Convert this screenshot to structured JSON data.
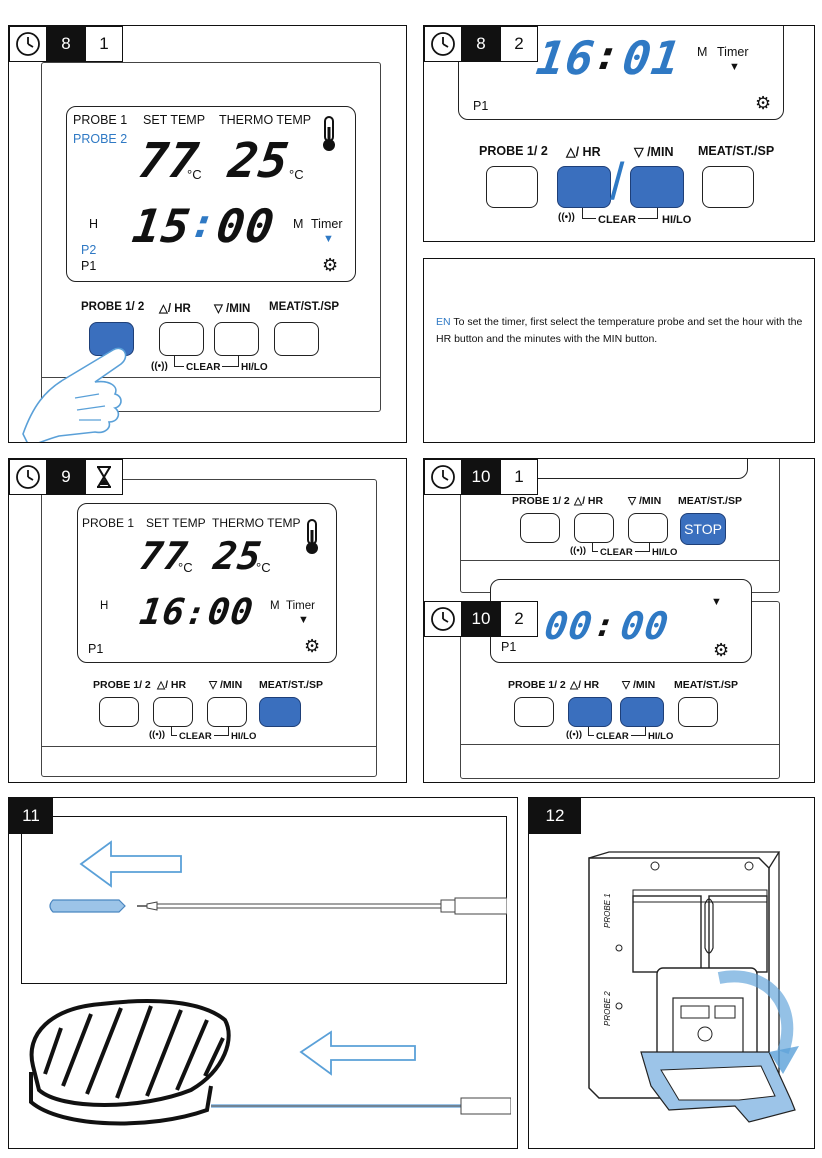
{
  "labels": {
    "probe": "PROBE 1",
    "probe2": "PROBE 2",
    "set_temp": "SET TEMP",
    "thermo_temp": "THERMO TEMP",
    "unit_c": "°C",
    "hour": "H",
    "minute": "M",
    "timer": "Timer",
    "p1": "P1",
    "p2": "P2",
    "colon": ":"
  },
  "buttons": {
    "probe": "PROBE 1/ 2",
    "hr": "△/ HR",
    "min": "▽ /MIN",
    "meat": "MEAT/ST./SP",
    "clear": "CLEAR",
    "hilo": "HI/LO",
    "stop": "STOP"
  },
  "panels": {
    "p8_1": {
      "step": "8",
      "sub": "1",
      "set_temp": "77",
      "thermo_temp": "25",
      "hours": "15",
      "minutes": "00"
    },
    "p8_2": {
      "step": "8",
      "sub": "2",
      "hours": "16",
      "minutes": "01"
    },
    "p9": {
      "step": "9",
      "set_temp": "77",
      "thermo_temp": "25",
      "hours": "16",
      "minutes": "00"
    },
    "p10_1": {
      "step": "10",
      "sub": "1"
    },
    "p10_2": {
      "step": "10",
      "sub": "2",
      "hours": "00",
      "minutes": "00"
    },
    "p11": {
      "step": "11"
    },
    "p12": {
      "step": "12",
      "probe1_port": "PROBE 1",
      "probe2_port": "PROBE 2"
    }
  },
  "instruction": {
    "lang": "EN",
    "text": "To set the timer, first select the temperature probe and set the hour with the HR button and the minutes with the MIN button."
  },
  "colors": {
    "accent": "#2f79c4",
    "button_active": "#3a6fbe",
    "probe_light": "#9cc4e8"
  }
}
